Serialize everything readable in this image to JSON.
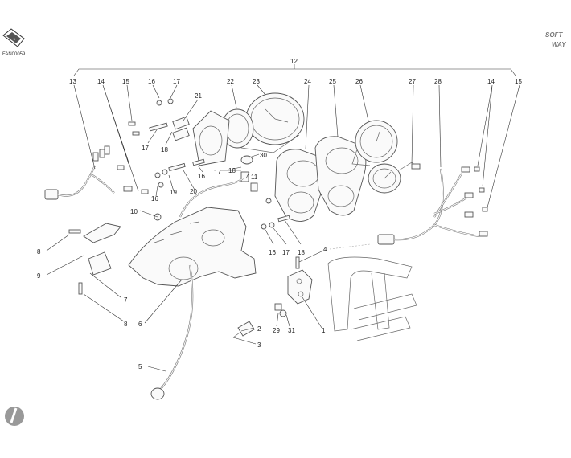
{
  "drawing_code": "FAN00059",
  "brand_badge": {
    "line1": "SOFT",
    "line2": "WAY"
  },
  "callouts": [
    {
      "id": "c12",
      "text": "12"
    },
    {
      "id": "c13",
      "text": "13"
    },
    {
      "id": "c14a",
      "text": "14"
    },
    {
      "id": "c15a",
      "text": "15"
    },
    {
      "id": "c16a",
      "text": "16"
    },
    {
      "id": "c17a",
      "text": "17"
    },
    {
      "id": "c21",
      "text": "21"
    },
    {
      "id": "c22",
      "text": "22"
    },
    {
      "id": "c23",
      "text": "23"
    },
    {
      "id": "c24",
      "text": "24"
    },
    {
      "id": "c25",
      "text": "25"
    },
    {
      "id": "c26",
      "text": "26"
    },
    {
      "id": "c27",
      "text": "27"
    },
    {
      "id": "c28",
      "text": "28"
    },
    {
      "id": "c14b",
      "text": "14"
    },
    {
      "id": "c15b",
      "text": "15"
    },
    {
      "id": "c17b",
      "text": "17"
    },
    {
      "id": "c18a",
      "text": "18"
    },
    {
      "id": "c30",
      "text": "30"
    },
    {
      "id": "c16b",
      "text": "16"
    },
    {
      "id": "c17c",
      "text": "17"
    },
    {
      "id": "c18b",
      "text": "18"
    },
    {
      "id": "c11",
      "text": "11"
    },
    {
      "id": "c16c",
      "text": "16"
    },
    {
      "id": "c19",
      "text": "19"
    },
    {
      "id": "c20",
      "text": "20"
    },
    {
      "id": "c10",
      "text": "10"
    },
    {
      "id": "c16d",
      "text": "16"
    },
    {
      "id": "c17d",
      "text": "17"
    },
    {
      "id": "c18c",
      "text": "18"
    },
    {
      "id": "c4",
      "text": "4"
    },
    {
      "id": "c8a",
      "text": "8"
    },
    {
      "id": "c9",
      "text": "9"
    },
    {
      "id": "c7",
      "text": "7"
    },
    {
      "id": "c8b",
      "text": "8"
    },
    {
      "id": "c6",
      "text": "6"
    },
    {
      "id": "c2",
      "text": "2"
    },
    {
      "id": "c29",
      "text": "29"
    },
    {
      "id": "c31",
      "text": "31"
    },
    {
      "id": "c1",
      "text": "1"
    },
    {
      "id": "c3",
      "text": "3"
    },
    {
      "id": "c5",
      "text": "5"
    }
  ]
}
